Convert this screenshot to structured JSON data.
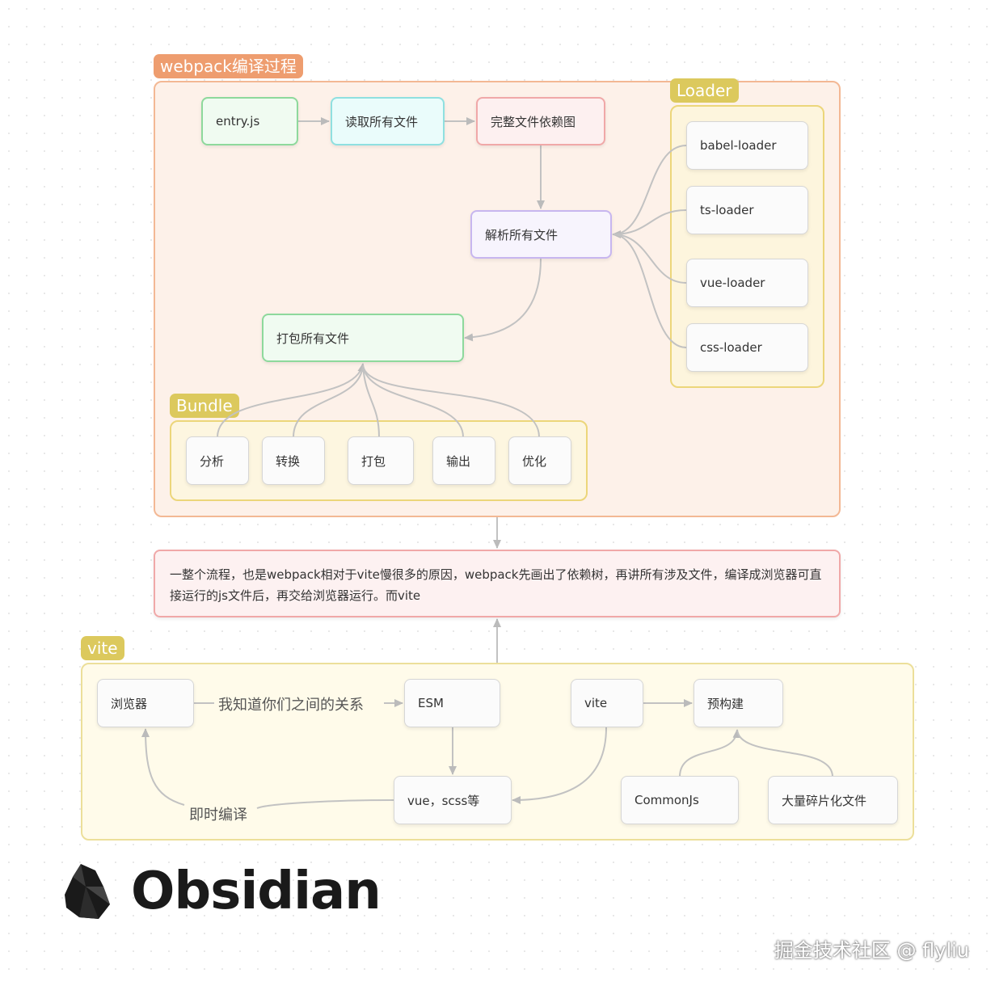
{
  "groups": {
    "webpack": "webpack编译过程",
    "loader": "Loader",
    "bundle": "Bundle",
    "vite": "vite"
  },
  "nodes": {
    "entry": "entry.js",
    "read_all": "读取所有文件",
    "dep_graph": "完整文件依赖图",
    "parse_all": "解析所有文件",
    "pack_all": "打包所有文件",
    "babel_loader": "babel-loader",
    "ts_loader": "ts-loader",
    "vue_loader": "vue-loader",
    "css_loader": "css-loader",
    "analyze": "分析",
    "transform": "转换",
    "pack": "打包",
    "output": "输出",
    "optimize": "优化",
    "note": "一整个流程，也是webpack相对于vite慢很多的原因，webpack先画出了依赖树，再讲所有涉及文件，编译成浏览器可直接运行的js文件后，再交给浏览器运行。而vite",
    "browser": "浏览器",
    "esm": "ESM",
    "vite": "vite",
    "prebuild": "预构建",
    "vue_scss": "vue，scss等",
    "commonjs": "CommonJs",
    "fragmented": "大量碎片化文件"
  },
  "edge_labels": {
    "browser_esm": "我知道你们之间的关系",
    "instant_compile": "即时编译"
  },
  "brand": {
    "name": "Obsidian",
    "icon": "obsidian-logo-icon"
  },
  "watermark": "掘金技术社区 @ flyliu",
  "colors": {
    "webpack_group": "#fdf1e9",
    "webpack_border": "#f3b894",
    "yellow_group": "#fdf6e0",
    "yellow_border": "#ecd67a",
    "green_node": "#8ed99c",
    "cyan_node": "#8fe0e0",
    "pink_node": "#f0a8a8",
    "purple_node": "#c7b6ef",
    "edge": "#b8b8b8"
  }
}
